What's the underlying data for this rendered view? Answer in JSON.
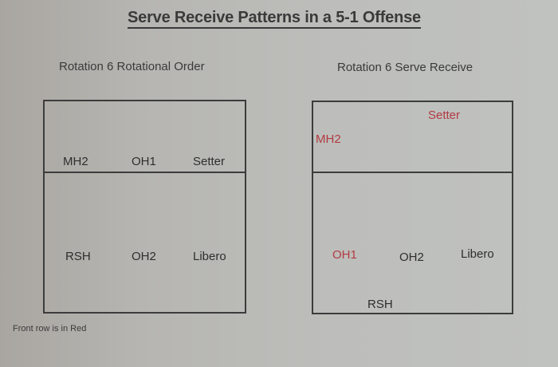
{
  "title": "Serve Receive Patterns in a 5-1 Offense",
  "colors": {
    "front_row": "#b23a42",
    "default_text": "#2e2e2e",
    "court_line": "#3c3c3c"
  },
  "left_diagram": {
    "heading": "Rotation 6 Rotational Order",
    "front_row": [
      "MH2",
      "OH1",
      "Setter"
    ],
    "back_row": [
      "RSH",
      "OH2",
      "Libero"
    ]
  },
  "right_diagram": {
    "heading": "Rotation 6 Serve Receive",
    "players": {
      "setter": "Setter",
      "mh2": "MH2",
      "oh1": "OH1",
      "oh2": "OH2",
      "libero": "Libero",
      "rsh": "RSH"
    }
  },
  "footnote": "Front row is in Red"
}
